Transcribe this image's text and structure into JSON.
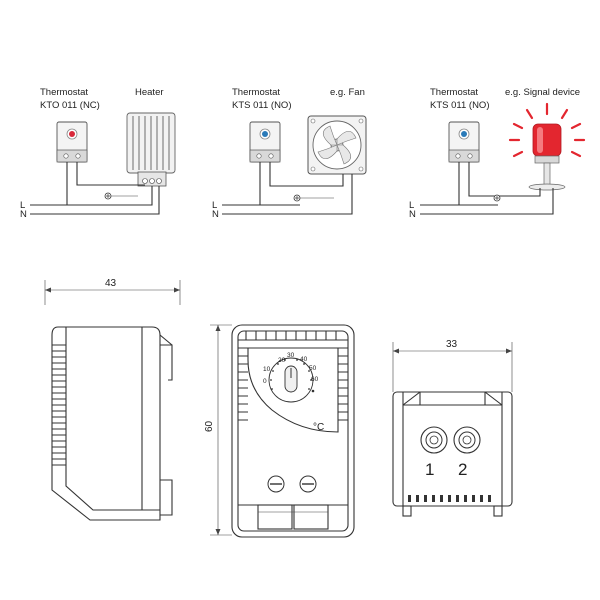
{
  "wiring": [
    {
      "thermostat_name": "Thermostat",
      "thermostat_model": "KTO 011 (NC)",
      "device_label": "Heater",
      "dot_color": "#d8283a"
    },
    {
      "thermostat_name": "Thermostat",
      "thermostat_model": "KTS 011 (NO)",
      "device_label": "e.g. Fan",
      "dot_color": "#2a7ab8"
    },
    {
      "thermostat_name": "Thermostat",
      "thermostat_model": "KTS 011 (NO)",
      "device_label": "e.g. Signal device",
      "dot_color": "#2a7ab8"
    }
  ],
  "line_labels": {
    "l": "L",
    "n": "N"
  },
  "dimensions": {
    "width": "43",
    "height": "60",
    "depth": "33"
  },
  "dial": {
    "scale": [
      "20",
      "30",
      "40",
      "50",
      "60",
      "10",
      "0"
    ],
    "unit": "°C"
  },
  "terminals": {
    "one": "1",
    "two": "2"
  },
  "colors": {
    "signal_red": "#e3262f",
    "line": "#333333"
  }
}
